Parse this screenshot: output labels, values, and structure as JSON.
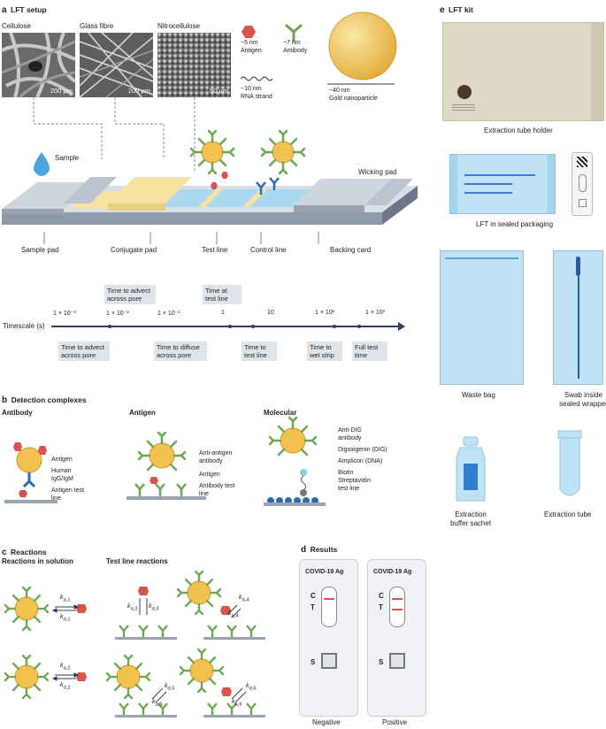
{
  "panel_a": {
    "letter": "a",
    "title": "LFT setup",
    "materials": [
      {
        "name": "Cellulose",
        "scale": "200 µm"
      },
      {
        "name": "Glass fibre",
        "scale": "200 µm"
      },
      {
        "name": "Nitrocellulose",
        "scale": "50 µm"
      }
    ],
    "antigen": {
      "size": "~5 nm",
      "name": "Antigen"
    },
    "antibody": {
      "size": "~7 nm",
      "name": "Antibody"
    },
    "rna": {
      "size": "~10 nm",
      "name": "RNA strand"
    },
    "gold": {
      "size": "~40 nm",
      "name": "Gold nanoparticle"
    },
    "sample_label": "Sample",
    "strip_labels": {
      "wicking_pad": "Wicking pad",
      "sample_pad": "Sample pad",
      "conjugate_pad": "Conjugate pad",
      "test_line": "Test line",
      "control_line": "Control line",
      "backing_card": "Backing card"
    },
    "timescale": {
      "axis_label": "Timescale (s)",
      "ticks": [
        "1 × 10⁻³",
        "1 × 10⁻²",
        "1 × 10⁻¹",
        "1",
        "10",
        "1 × 10²",
        "1 × 10³"
      ],
      "above": [
        {
          "text": "Time to advect across pore"
        },
        {
          "text": "Time at test line"
        }
      ],
      "below": [
        {
          "text": "Time to advect across pore"
        },
        {
          "text": "Time to diffuse across pore"
        },
        {
          "text": "Time to test line"
        },
        {
          "text": "Time to wet strip"
        },
        {
          "text": "Full test time"
        }
      ]
    }
  },
  "panel_b": {
    "letter": "b",
    "title": "Detection complexes",
    "antibody": {
      "heading": "Antibody",
      "labels": [
        "Antigen",
        "Human IgG/IgM",
        "Antigen test line"
      ]
    },
    "antigen": {
      "heading": "Antigen",
      "labels": [
        "Anti-antigen antibody",
        "Antigen",
        "Antibody test line"
      ]
    },
    "molecular": {
      "heading": "Molecular",
      "labels": [
        "Anti-DIG antibody",
        "Digoxigenin (DIG)",
        "Amplicon (DNA)",
        "Biotin",
        "Streptavidin test line"
      ]
    }
  },
  "panel_c": {
    "letter": "c",
    "title": "Reactions",
    "solution_heading": "Reactions in solution",
    "testline_heading": "Test line reactions",
    "rate_constants": [
      {
        "k": "k",
        "sub_a": "a,1",
        "sub_d": "d,1"
      },
      {
        "k": "k",
        "sub_a": "a,2",
        "sub_d": "d,2"
      },
      {
        "k": "k",
        "sub_a": "a,3",
        "sub_d": "d,3"
      },
      {
        "k": "k",
        "sub_a": "a,4",
        "sub_d": "d,4"
      },
      {
        "k": "k",
        "sub_a": "a,5",
        "sub_d": "d,5"
      },
      {
        "k": "k",
        "sub_a": "a,6",
        "sub_d": "d,6"
      }
    ]
  },
  "panel_d": {
    "letter": "d",
    "title": "Results",
    "cards": [
      {
        "header": "COVID-19 Ag",
        "c": "C",
        "t": "T",
        "s": "S",
        "caption": "Negative"
      },
      {
        "header": "COVID-19 Ag",
        "c": "C",
        "t": "T",
        "s": "S",
        "caption": "Positive"
      }
    ]
  },
  "panel_e": {
    "letter": "e",
    "title": "LFT kit",
    "items": [
      {
        "caption": "Extraction tube holder"
      },
      {
        "caption": "LFT in sealed packaging"
      },
      {
        "caption": "Waste bag"
      },
      {
        "caption": "Swab inside sealed wrapper"
      },
      {
        "caption": "Extraction buffer sachet"
      },
      {
        "caption": "Extraction tube"
      }
    ]
  },
  "colors": {
    "gold": "#f2c14e",
    "antibody": "#6aa84f",
    "antigen": "#d9534f",
    "strip": "#a9d8f0",
    "conjugate": "#f7e3a1",
    "navy": "#2f3e5c"
  }
}
